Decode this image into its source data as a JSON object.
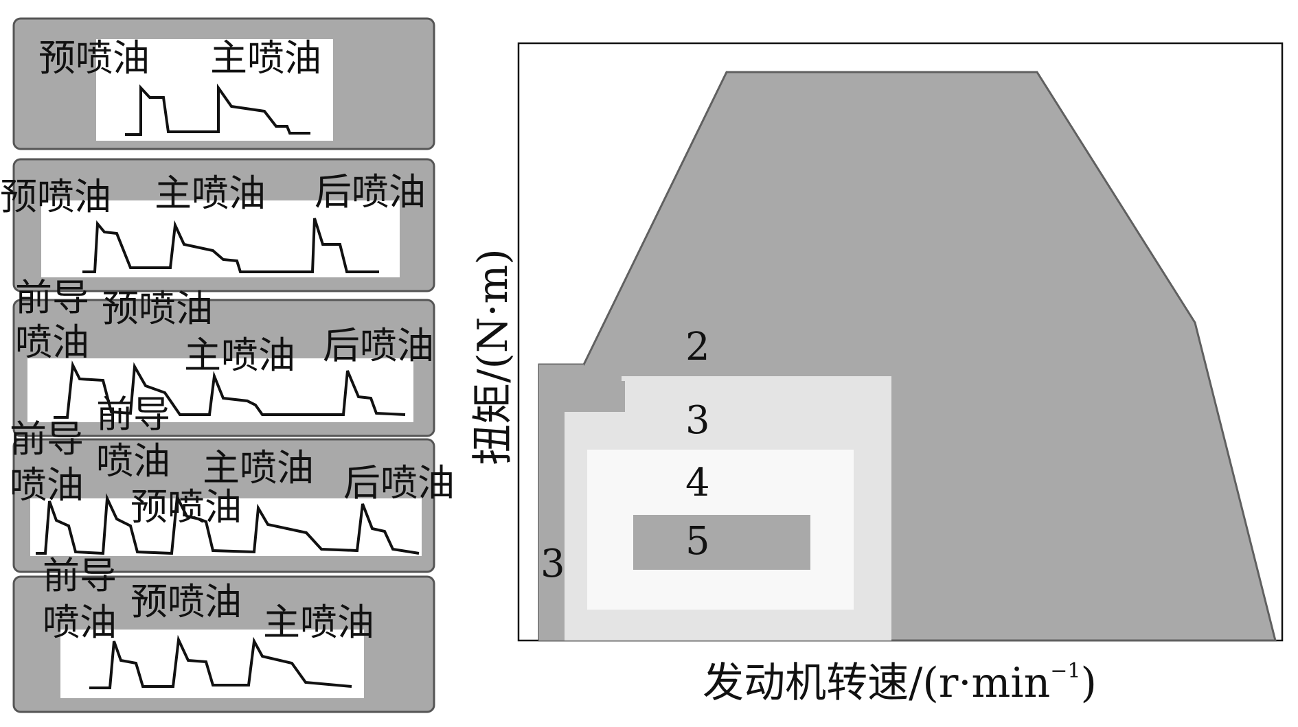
{
  "colors": {
    "panel_border": "#555555",
    "panel_fill": "#a9a9a9",
    "panel_window": "#ffffff",
    "trace": "#111111",
    "region_dark": "#a9a9a9",
    "region_light": "#e4e4e4",
    "region_white": "#f8f8f8"
  },
  "injection_panels": [
    {
      "labels": [
        "预喷油",
        "主喷油"
      ]
    },
    {
      "labels": [
        "预喷油",
        "主喷油",
        "后喷油"
      ]
    },
    {
      "labels": [
        "前导",
        "喷油",
        "预喷油",
        "主喷油",
        "后喷油"
      ]
    },
    {
      "labels": [
        "前导",
        "喷油",
        "前导",
        "喷油",
        "主喷油",
        "预喷油",
        "后喷油"
      ]
    },
    {
      "labels": [
        "前导",
        "喷油",
        "预喷油",
        "主喷油"
      ]
    }
  ],
  "map": {
    "y_axis_label": "扭矩/(N·m)",
    "x_axis_label_main": "发动机转速/(r·min",
    "x_axis_label_sup": "−1",
    "x_axis_label_end": ")",
    "region_labels": [
      "2",
      "3",
      "4",
      "5",
      "3"
    ]
  }
}
